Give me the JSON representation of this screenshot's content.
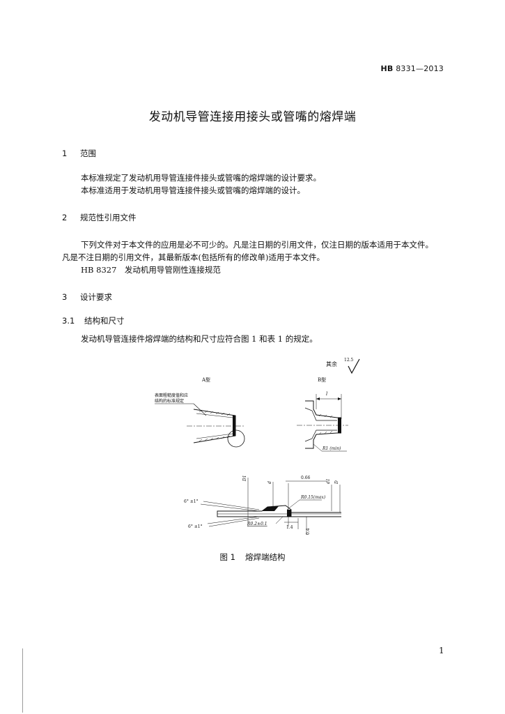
{
  "header": {
    "standard_prefix": "HB",
    "standard_number": "8331—2013"
  },
  "title": "发动机导管连接用接头或管嘴的熔焊端",
  "sections": [
    {
      "number": "1",
      "heading": "范围",
      "paragraphs": [
        "本标准规定了发动机用导管连接件接头或管嘴的熔焊端的设计要求。",
        "本标准适用于发动机用导管连接件接头或管嘴的熔焊端的设计。"
      ]
    },
    {
      "number": "2",
      "heading": "规范性引用文件",
      "paragraphs": [
        "下列文件对于本文件的应用是必不可少的。凡是注日期的引用文件，仅注日期的版本适用于本文件。",
        "凡是不注日期的引用文件，其最新版本(包括所有的修改单)适用于本文件。",
        "HB 8327　发动机用导管刚性连接规范"
      ]
    },
    {
      "number": "3",
      "heading": "设计要求"
    }
  ],
  "subsection": {
    "number": "3.1",
    "heading": "结构和尺寸",
    "paragraph": "发动机导管连接件熔焊端的结构和尺寸应符合图 1 和表 1 的规定。"
  },
  "figure": {
    "surface_note_label": "其余",
    "surface_note_value": "12.5",
    "type_a_label": "A型",
    "type_b_label": "B型",
    "note_line_1": "表面粗糙度值和应",
    "note_line_2": "结构的标准规定",
    "dim_l": "l",
    "dim_r1": "R1 (min)",
    "dim_d1": "D1",
    "dim_d": "d",
    "dim_0_66": "0.66",
    "dim_d1_small": "d1",
    "dim_D": "D",
    "dim_r015": "R0.15(max)",
    "angle_top": "6° ±1°",
    "angle_bottom": "6° ±1°",
    "dim_r02": "R0.2±0.1",
    "dim_1_4": "1.4",
    "dim_0_4": "0.4"
  },
  "figure_caption": {
    "number": "图 1",
    "text": "熔焊端结构"
  },
  "page_number": "1"
}
